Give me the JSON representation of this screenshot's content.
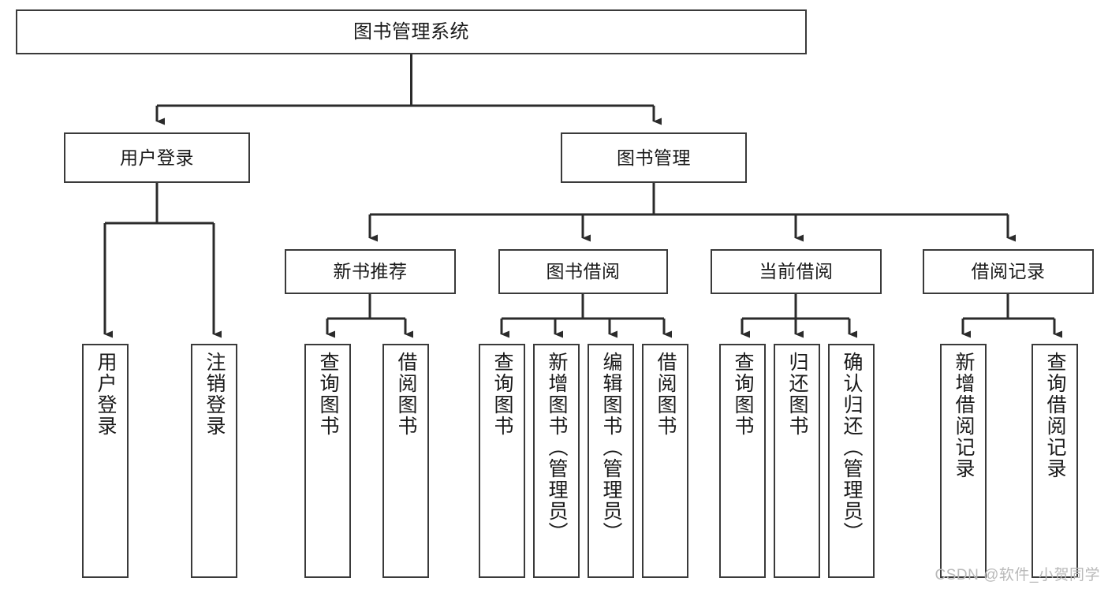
{
  "diagram": {
    "title": "图书管理系统",
    "watermark": "CSDN @软件_小贺同学",
    "colors": {
      "box_border": "#3a3a3a",
      "box_fill": "#ffffff",
      "edge": "#2b2b2b",
      "text": "#1a1a1a",
      "watermark": "#b9b9b9"
    },
    "root": {
      "label": "图书管理系统"
    },
    "level1": [
      {
        "label": "用户登录"
      },
      {
        "label": "图书管理"
      }
    ],
    "level2": [
      {
        "label": "新书推荐"
      },
      {
        "label": "图书借阅"
      },
      {
        "label": "当前借阅"
      },
      {
        "label": "借阅记录"
      }
    ],
    "leaves": {
      "user_login": [
        {
          "label": "用户登录"
        },
        {
          "label": "注销登录"
        }
      ],
      "new_book_recommend": [
        {
          "label": "查询图书"
        },
        {
          "label": "借阅图书"
        }
      ],
      "book_borrow": [
        {
          "label": "查询图书"
        },
        {
          "label": "新增图书（管理员）"
        },
        {
          "label": "编辑图书（管理员）"
        },
        {
          "label": "借阅图书"
        }
      ],
      "current_borrow": [
        {
          "label": "查询图书"
        },
        {
          "label": "归还图书"
        },
        {
          "label": "确认归还（管理员）"
        }
      ],
      "borrow_record": [
        {
          "label": "新增借阅记录"
        },
        {
          "label": "查询借阅记录"
        }
      ]
    }
  }
}
